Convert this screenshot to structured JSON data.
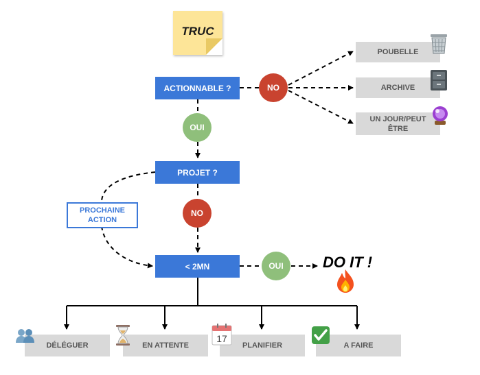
{
  "note": {
    "label": "TRUC"
  },
  "nodes": {
    "actionnable": "ACTIONNABLE ?",
    "projet": "PROJET ?",
    "two_min": "< 2MN",
    "prochaine_action": "PROCHAINE\nACTION",
    "do_it": "DO IT !"
  },
  "decisions": {
    "no_1": "NO",
    "oui_1": "OUI",
    "no_2": "NO",
    "oui_2": "OUI"
  },
  "outcomes": {
    "poubelle": "POUBELLE",
    "archive": "ARCHIVE",
    "un_jour": "UN JOUR/PEUT\nÊTRE",
    "deleguer": "DÉLÉGUER",
    "en_attente": "EN ATTENTE",
    "planifier": "PLANIFIER",
    "a_faire": "A FAIRE"
  },
  "calendar_day": "17",
  "icons": {
    "poubelle": "trash-can-icon",
    "archive": "filing-cabinet-icon",
    "un_jour": "crystal-ball-icon",
    "do_it": "fire-icon",
    "deleguer": "people-icon",
    "en_attente": "hourglass-icon",
    "planifier": "calendar-icon",
    "a_faire": "check-mark-icon"
  },
  "colors": {
    "blue": "#3b78d8",
    "red": "#c9432f",
    "green": "#8fbf7b",
    "grey": "#d9d9d9",
    "note": "#fde598"
  }
}
